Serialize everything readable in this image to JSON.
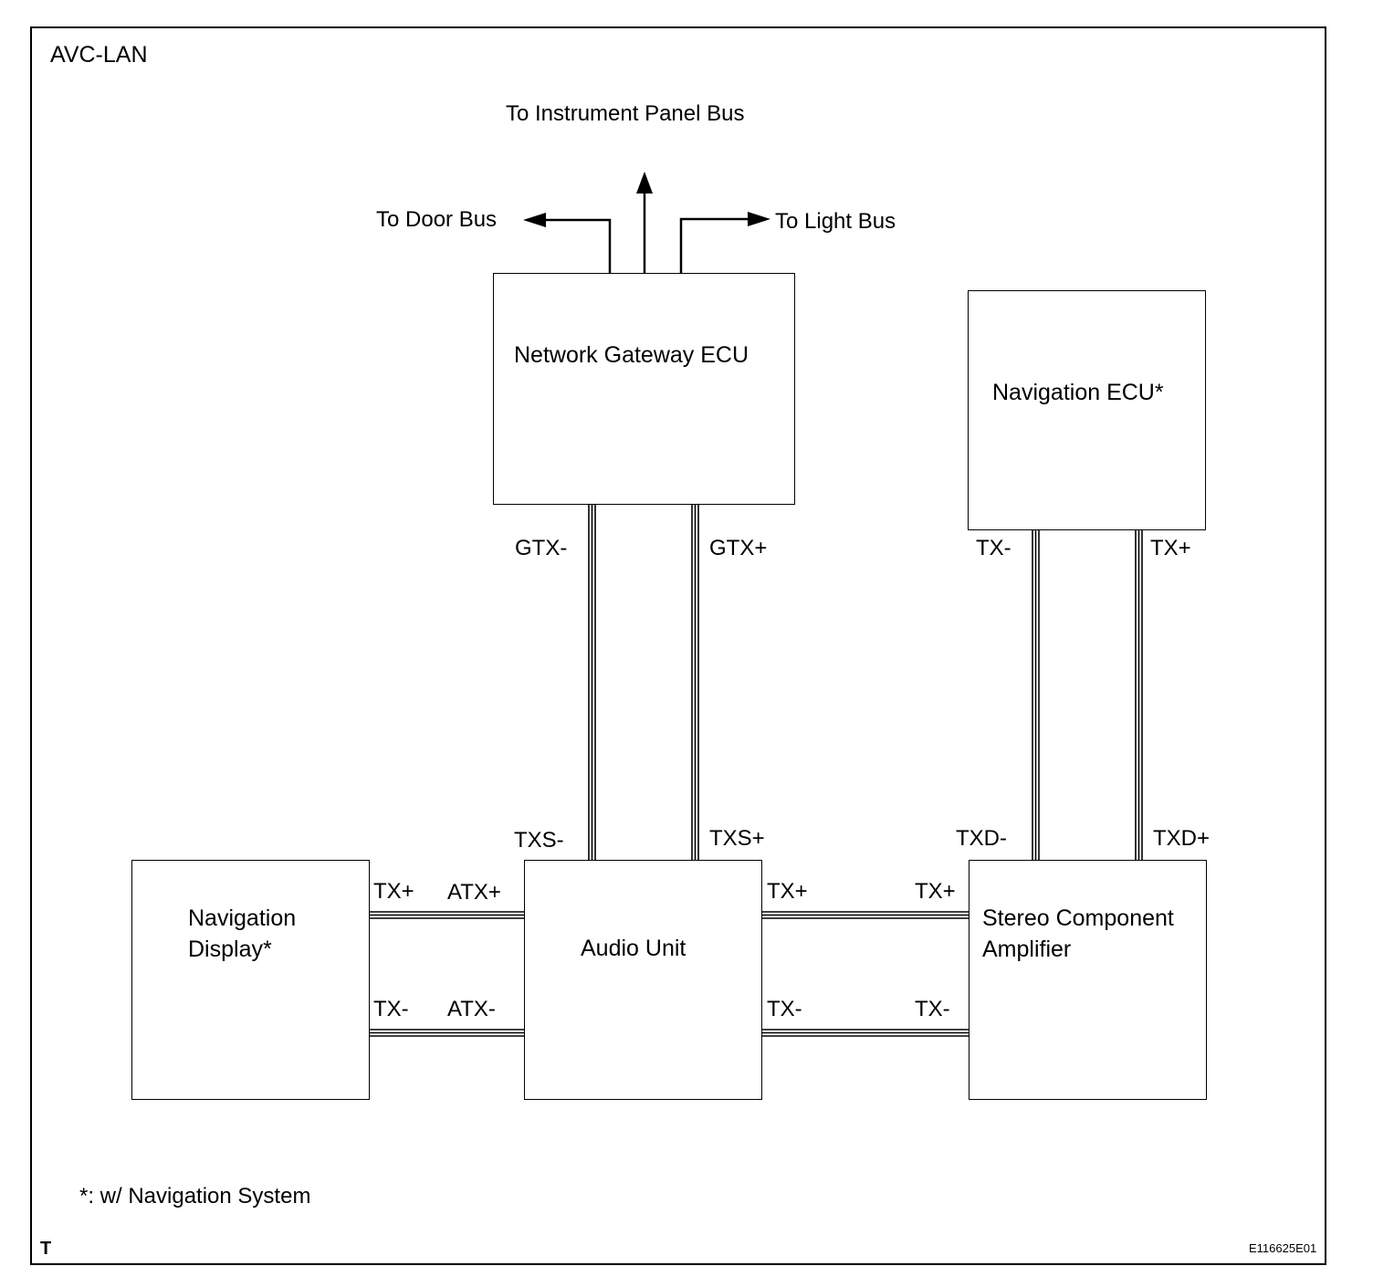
{
  "title": "AVC-LAN",
  "buses": {
    "instrument_panel": "To Instrument Panel Bus",
    "door": "To Door Bus",
    "light": "To Light Bus"
  },
  "blocks": {
    "gateway": "Network Gateway ECU",
    "nav_ecu": "Navigation ECU*",
    "nav_display": "Navigation\nDisplay*",
    "audio": "Audio Unit",
    "amplifier": "Stereo Component\nAmplifier"
  },
  "pins": {
    "gtx_minus": "GTX-",
    "gtx_plus": "GTX+",
    "txs_minus": "TXS-",
    "txs_plus": "TXS+",
    "navecu_tx_minus": "TX-",
    "navecu_tx_plus": "TX+",
    "txd_minus": "TXD-",
    "txd_plus": "TXD+",
    "navdisp_tx_plus": "TX+",
    "navdisp_tx_minus": "TX-",
    "atx_plus": "ATX+",
    "atx_minus": "ATX-",
    "audio_tx_plus": "TX+",
    "audio_tx_minus": "TX-",
    "amp_tx_plus": "TX+",
    "amp_tx_minus": "TX-"
  },
  "footnote": "*: w/ Navigation System",
  "corner_mark": "T",
  "figure_id": "E116625E01"
}
